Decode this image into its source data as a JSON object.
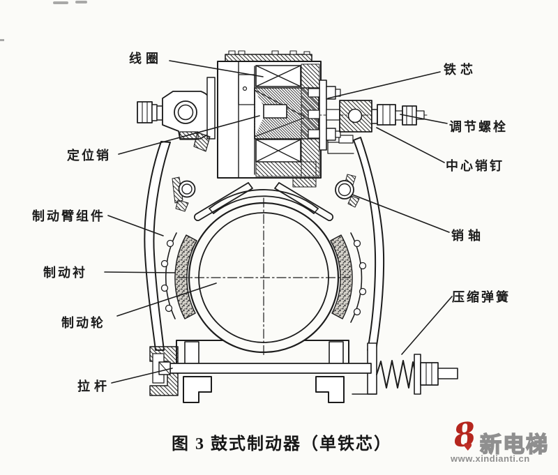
{
  "figure": {
    "caption": "图 3  鼓式制动器（单铁芯）",
    "subject": "drum brake, single iron core"
  },
  "labels": [
    {
      "part": "coil",
      "text": "线圈"
    },
    {
      "part": "locating-pin",
      "text": "定位销"
    },
    {
      "part": "iron-core",
      "text": "铁芯"
    },
    {
      "part": "adjusting-bolt",
      "text": "调节螺栓"
    },
    {
      "part": "center-pin",
      "text": "中心销钉"
    },
    {
      "part": "brake-arm-assembly",
      "text": "制动臂组件"
    },
    {
      "part": "brake-lining",
      "text": "制动衬"
    },
    {
      "part": "brake-wheel",
      "text": "制动轮"
    },
    {
      "part": "pin-shaft",
      "text": "销轴"
    },
    {
      "part": "compression-spring",
      "text": "压缩弹簧"
    },
    {
      "part": "pull-rod",
      "text": "拉杆"
    }
  ],
  "watermark": {
    "logo_glyph": "8",
    "logo_heart": "♥",
    "brand": "新电梯",
    "url": "www.xindianti.cn",
    "logo_color": "#b5261e",
    "text_color": "#8f8f8f"
  },
  "colors": {
    "ink": "#1c1c1c",
    "paper": "#fbfbf8"
  }
}
